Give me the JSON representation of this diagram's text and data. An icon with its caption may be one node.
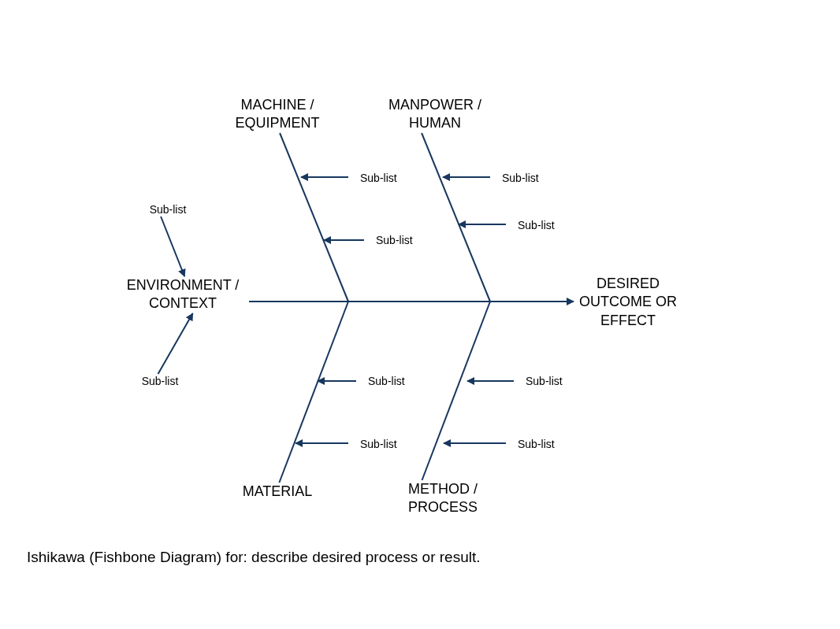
{
  "diagram": {
    "caption": "Ishikawa (Fishbone Diagram) for: describe desired process or result.",
    "nodes": [
      {
        "text": [
          "MACHINE / EQUIPMENT"
        ]
      },
      {
        "text": [
          "MANPOWER / HUMAN"
        ]
      },
      {
        "text": [
          "Sub-list"
        ]
      },
      {
        "text": [
          "Sub-list"
        ]
      },
      {
        "text": [
          "Sub-list"
        ]
      },
      {
        "text": [
          "Sub-list"
        ]
      },
      {
        "text": [
          "Sub-list"
        ]
      },
      {
        "text": [
          "ENVIRONMENT / CONTEXT"
        ]
      },
      {
        "text": [
          "DESIRED OUTCOME OR EFFECT"
        ]
      },
      {
        "text": [
          "Sub-list"
        ]
      },
      {
        "text": [
          "Sub-list"
        ]
      },
      {
        "text": [
          "Sub-list"
        ]
      },
      {
        "text": [
          "Sub-list"
        ]
      },
      {
        "text": [
          "Sub-list"
        ]
      },
      {
        "text": [
          "MATERIAL"
        ]
      },
      {
        "text": [
          "METHOD / PROCESS"
        ]
      }
    ],
    "edges": [
      {
        "from": 7,
        "to": 8,
        "arrow": "to"
      },
      {
        "from": 0,
        "to": null,
        "arrow": "none"
      },
      {
        "from": 1,
        "to": null,
        "arrow": "none"
      },
      {
        "from": 14,
        "to": null,
        "arrow": "none"
      },
      {
        "from": 15,
        "to": null,
        "arrow": "none"
      },
      {
        "from": 2,
        "to": null,
        "arrow": "to"
      },
      {
        "from": 3,
        "to": null,
        "arrow": "to"
      },
      {
        "from": 5,
        "to": null,
        "arrow": "to"
      },
      {
        "from": 6,
        "to": null,
        "arrow": "to"
      },
      {
        "from": 4,
        "to": 7,
        "arrow": "to"
      },
      {
        "from": 9,
        "to": 7,
        "arrow": "to"
      },
      {
        "from": 10,
        "to": null,
        "arrow": "to"
      },
      {
        "from": 11,
        "to": null,
        "arrow": "to"
      },
      {
        "from": 12,
        "to": null,
        "arrow": "to"
      },
      {
        "from": 13,
        "to": null,
        "arrow": "to"
      }
    ]
  }
}
